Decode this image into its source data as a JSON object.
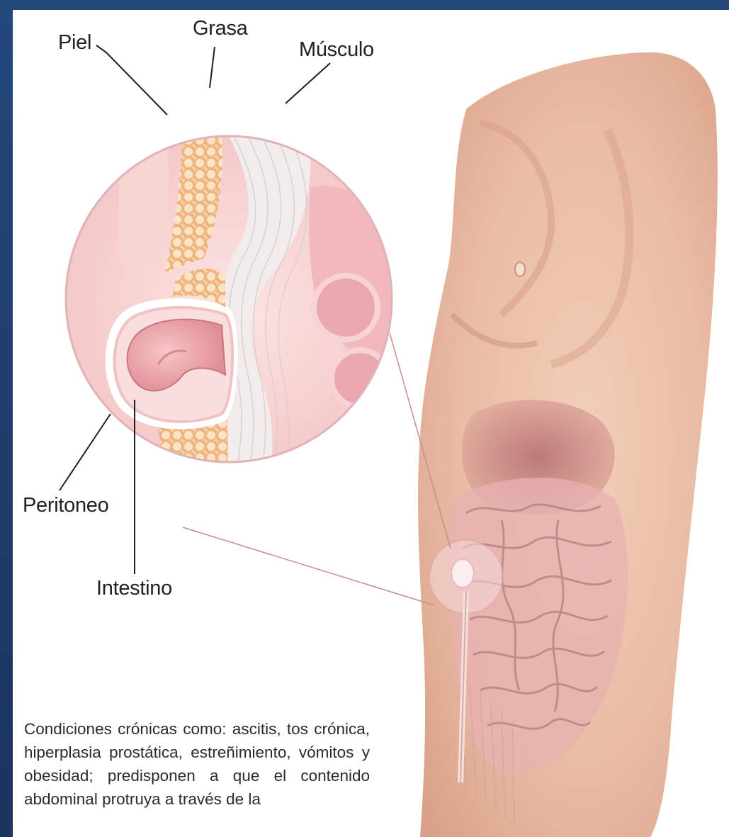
{
  "labels": {
    "skin": "Piel",
    "fat": "Grasa",
    "muscle": "Músculo",
    "peritoneum": "Peritoneo",
    "intestine": "Intestino"
  },
  "caption": "Condiciones crónicas como: ascitis, tos crónica, hiperplasia prostática, estreñimiento, vómitos y obesidad; predisponen a que el contenido abdominal protruya a través de la",
  "colors": {
    "frame": "#1c3a63",
    "skin_tone": "#efc9b2",
    "fat": "#f0b98a",
    "muscle": "#efe6e6",
    "intestine": "#e9a0a8",
    "peritoneum": "#f7d3d6"
  }
}
